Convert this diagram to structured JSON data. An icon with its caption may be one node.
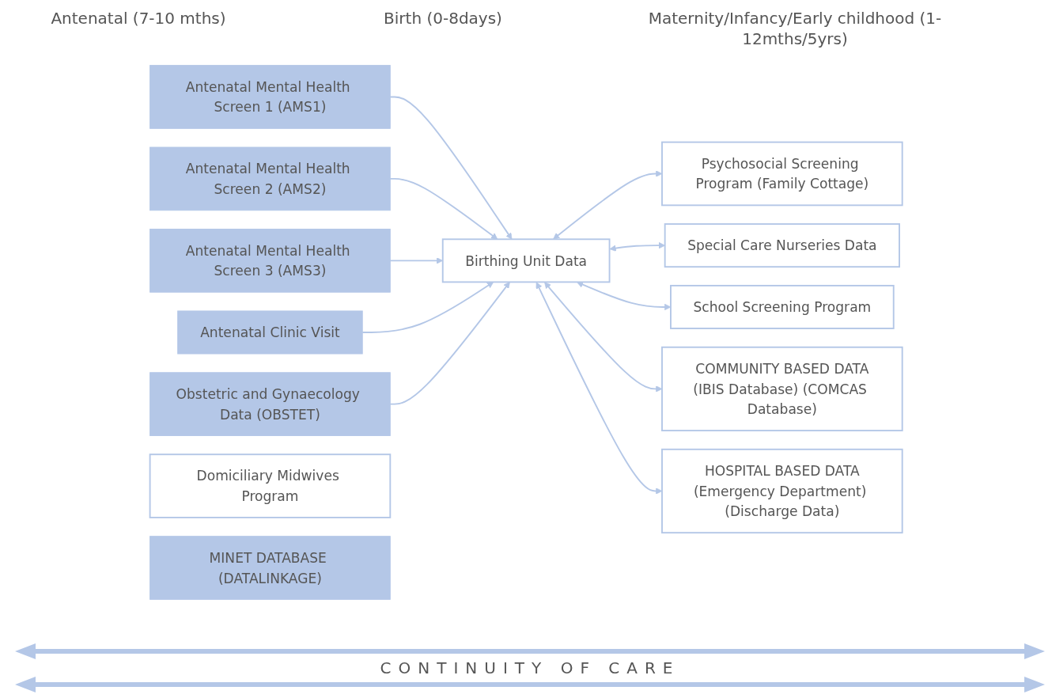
{
  "diagram": {
    "nodes": [
      {
        "text": [
          "Antenatal Mental Health Screen 1 (AMS1)"
        ]
      },
      {
        "text": [
          "Antenatal Mental Health Screen 2 (AMS2)"
        ]
      },
      {
        "text": [
          "Antenatal Mental Health Screen 3 (AMS3)"
        ]
      },
      {
        "text": [
          "Antenatal Clinic Visit"
        ]
      },
      {
        "text": [
          "Obstetric and Gynaecology Data (OBSTET)"
        ]
      },
      {
        "text": [
          "Birthing Unit Data"
        ]
      },
      {
        "text": [
          "Psychosocial Screening Program (Family Cottage)"
        ]
      },
      {
        "text": [
          "Special Care Nurseries Data"
        ]
      },
      {
        "text": [
          "Domiciliary Midwives Program"
        ]
      },
      {
        "text": [
          "School Screening Program"
        ]
      },
      {
        "text": [
          "COMMUNITY BASED DATA",
          "(IBIS Database) (COMCAS Database)"
        ]
      },
      {
        "text": [
          "HOSPITAL BASED DATA",
          "(Emergency Department) (Discharge Data)"
        ]
      },
      {
        "text": [
          "MINET DATABASE (DATALINKAGE)"
        ]
      }
    ],
    "edges": [
      {
        "from": 0,
        "to": 5,
        "arrow": "to"
      },
      {
        "from": 1,
        "to": 5,
        "arrow": "to"
      },
      {
        "from": 2,
        "to": 5,
        "arrow": "to"
      },
      {
        "from": 3,
        "to": 5,
        "arrow": "to"
      },
      {
        "from": 4,
        "to": 5,
        "arrow": "to"
      },
      {
        "from": 5,
        "to": 6,
        "arrow": "both"
      },
      {
        "from": 5,
        "to": 7,
        "arrow": "both"
      },
      {
        "from": 5,
        "to": 9,
        "arrow": "both"
      },
      {
        "from": 5,
        "to": 10,
        "arrow": "both"
      },
      {
        "from": 5,
        "to": 11,
        "arrow": "both"
      }
    ],
    "labels": [
      "Antenatal (7-10 mths)",
      "Birth (0-8days)",
      "Maternity/Infancy/Early childhood (1-12mths/5yrs)",
      "CONTINUITY OF CARE"
    ]
  }
}
